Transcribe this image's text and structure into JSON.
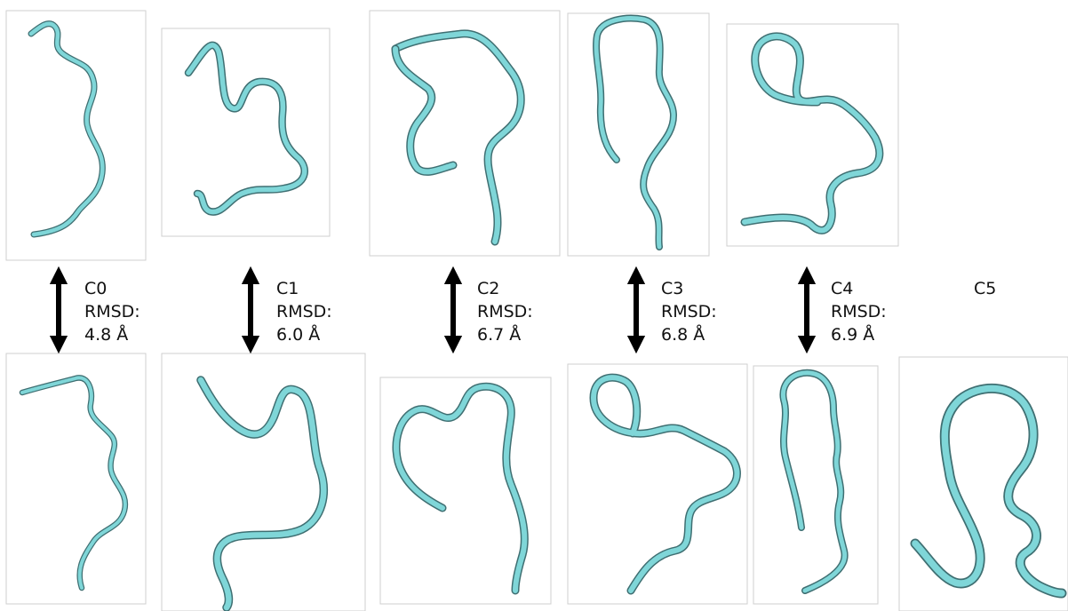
{
  "comparisons": [
    {
      "cluster": "C0",
      "rmsd_label": "RMSD:",
      "rmsd_value": "4.8 Å"
    },
    {
      "cluster": "C1",
      "rmsd_label": "RMSD:",
      "rmsd_value": "6.0 Å"
    },
    {
      "cluster": "C2",
      "rmsd_label": "RMSD:",
      "rmsd_value": "6.7 Å"
    },
    {
      "cluster": "C3",
      "rmsd_label": "RMSD:",
      "rmsd_value": "6.8 Å"
    },
    {
      "cluster": "C4",
      "rmsd_label": "RMSD:",
      "rmsd_value": "6.9 Å"
    },
    {
      "cluster": "C5"
    }
  ],
  "colors": {
    "tube": "#7fd6d8",
    "tube_shadow": "#3f6f72",
    "panel_border": "#cfcfcf",
    "arrow": "#000000"
  },
  "icons": [
    "double-headed-arrow-icon"
  ]
}
